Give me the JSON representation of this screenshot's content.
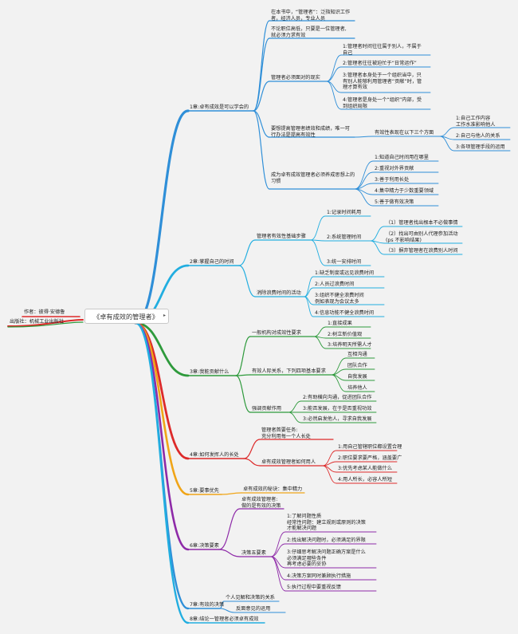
{
  "root": "《卓有成效的管理者》",
  "meta": [
    "作者：彼得·安德鲁",
    "出版社：机械工业出版社"
  ],
  "colors": {
    "blue": "#2f8fd8",
    "cyan": "#22aee0",
    "green": "#2e9a3c",
    "red": "#dd2a2a",
    "orange": "#f0a518",
    "purple": "#8e2aa8",
    "meta_line": "#dd2a2a",
    "meta_line2": "#2e9a3c"
  },
  "chapters": [
    "1章:卓有成效是可以学会的",
    "2章:掌握自己的时间",
    "3章:我能贡献什么",
    "4章:如何发挥人的长处",
    "5章:要事优先",
    "6章:决策要素",
    "7章:有效的决策",
    "8章:结论一管理者必须卓有成效"
  ],
  "nodes": {
    "c1_a": "在本书中，“管理者”：泛指知识工作\n者，经济人员，专业人员",
    "c1_b": "不论职位高低，只要是一位管理者,\n就必须力求有效",
    "c1_c": "管理者必须面对的现实",
    "c1_c1": "1:管理者时间往往属于别人，不属于\n自己",
    "c1_c2": "2:管理者往往被迫忙于“日常运作”",
    "c1_c3": "3:管理者本身处于一个组织当中，只\n有别人能够利用管理者“贡献”时，管\n理才算有效",
    "c1_c4": "4:管理者是身处一个“组织”内部，受\n到组织局限",
    "c1_d": "要想提高管理者绩效和成绩，唯一可\n行办法是提高有效性",
    "c1_d_mid": "有效性表现在以下三个方面",
    "c1_d1": "1:自己工作内容\n工作水准影响他人",
    "c1_d2": "2:自己与他人的关系",
    "c1_d3": "3:各项管理手段的运用",
    "c1_e": "成为卓有成效管理者必须养成思想上的\n习惯",
    "c1_e1": "1:知道自己时间用在哪里",
    "c1_e2": "2:重视对外界贡献",
    "c1_e3": "3:善于利用长处",
    "c1_e4": "4:集中精力于少数重要领域",
    "c1_e5": "5:善于做有效决策",
    "c2_a": "管理者有效性基础步骤",
    "c2_a1": "1:记录时间耗用",
    "c2_a2": "2:系统管理时间",
    "c2_a21": "（1）管理者找出根本不必做事情",
    "c2_a22": "（2）找出可由别人代理参加活动\n(ps 不影响结果)",
    "c2_a23": "（3）摒弃管理者在浪费别人时间",
    "c2_a3": "3:统一安排时间",
    "c2_b": "消除浪费时间的活动",
    "c2_b1": "1:缺乏制度或远见浪费时间",
    "c2_b2": "2:人员过浪费时间",
    "c2_b3": "3:组织不健全浪费时间\n例如表现为会议太多",
    "c2_b4": "4:信息功能不健全浪费时间",
    "c3_a": "一般机构对成效性要求",
    "c3_a1": "1:直接成果",
    "c3_a2": "2:树立新价值观",
    "c3_a3": "3:培养明天所需人才",
    "c3_b": "有效人际关系，下列四项基本要求",
    "c3_b1": "互相沟通",
    "c3_b2": "团队合作",
    "c3_b3": "自我发展",
    "c3_b4": "培养他人",
    "c3_c": "强调贡献作用",
    "c3_c1": "2:有助横向沟通，促进团队合作",
    "c3_c2": "3:能否发展，在于是否重视功效",
    "c3_c3": "3:必然启发他人，寻求自我发展",
    "c4_a": "管理者首要任务:\n充分利用每一个人长处",
    "c4_b": "卓有成效管理者如何用人",
    "c4_b1": "1:用自己管辖职位都设置合理",
    "c4_b2": "2:职位要求要严格，涵盖要广",
    "c4_b3": "3:优先考虑某人能做什么",
    "c4_b4": "4:用人所长，必容人所短",
    "c5_a": "卓有成效的秘诀：集中精力",
    "c6_a": "卓有成效管理者:\n做的是有效的决策",
    "c6_b": "决策五要素",
    "c6_b1": "1:了解问题性质\n经常性问题：建立规则或原则的决策\n才能解决问题",
    "c6_b2": "2:找出解决问题时，必须满足的界限",
    "c6_b3": "3:仔细思考解决问题正确方案是什么\n必须满足哪些条件\n再考虑必要的妥协",
    "c6_b4": "4:决策方案同时兼顾执行措施",
    "c6_b5": "5:执行过程中要重视反馈",
    "c7_a": "个人见解和决策的关系",
    "c7_b": "反面意见的运用"
  }
}
